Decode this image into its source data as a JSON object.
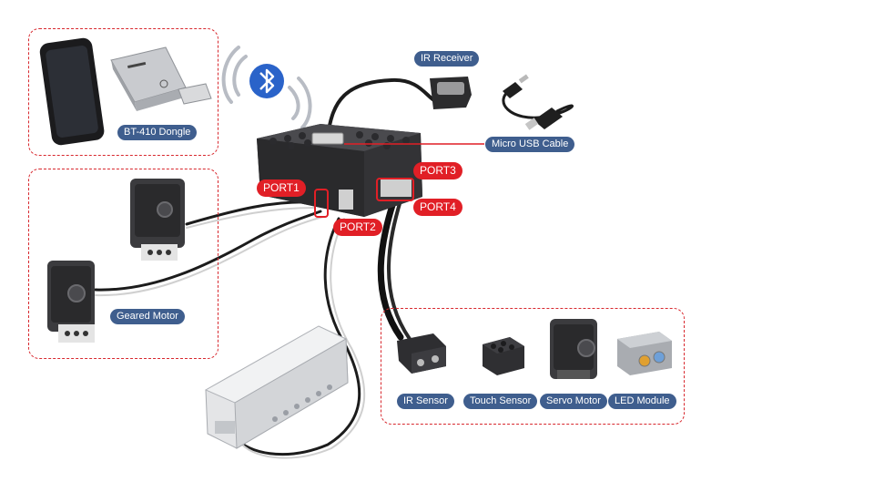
{
  "labels": {
    "bt_dongle": "BT-410 Dongle",
    "geared_motor": "Geared Motor",
    "ir_receiver": "IR Receiver",
    "micro_usb_cable": "Micro USB Cable",
    "ir_sensor": "IR Sensor",
    "touch_sensor": "Touch Sensor",
    "servo_motor": "Servo Motor",
    "led_module": "LED Module"
  },
  "ports": {
    "port1": "PORT1",
    "port2": "PORT2",
    "port3": "PORT3",
    "port4": "PORT4"
  },
  "icons": {
    "bluetooth": "bluetooth-icon",
    "smartphone": "smartphone-icon"
  },
  "colors": {
    "label_blue": "#3f5e8e",
    "port_red": "#e11f26",
    "group_border": "#d8282e",
    "bluetooth_blue": "#2a63c9",
    "controller_dark": "#2e2e30"
  }
}
